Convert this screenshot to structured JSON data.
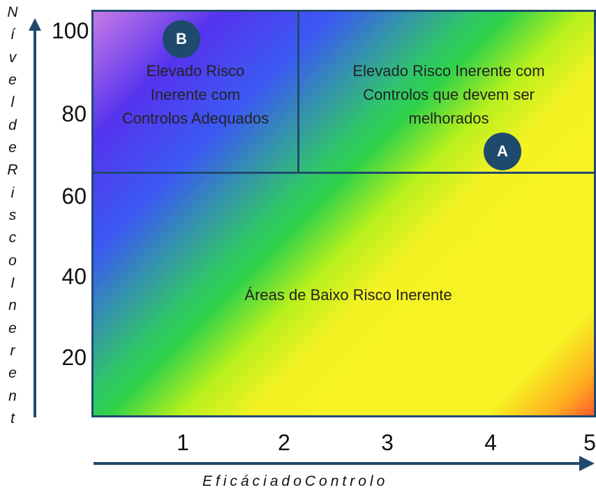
{
  "y_axis": {
    "letters": [
      "N",
      "í",
      "v",
      "e",
      "l",
      "d",
      "e",
      "R",
      "i",
      "s",
      "c",
      "o",
      "I",
      "n",
      "e",
      "r",
      "e",
      "n",
      "t"
    ],
    "ticks": [
      "100",
      "80",
      "60",
      "40",
      "20"
    ]
  },
  "x_axis": {
    "title": "EficáciadoControlo",
    "ticks": [
      "1",
      "2",
      "3",
      "4",
      "5"
    ]
  },
  "regions": {
    "top_left": "Elevado Risco\nInerente com\nControlos Adequados",
    "top_right": "Elevado Risco Inerente com\nControlos que devem ser\nmelhorados",
    "bottom": "Áreas de Baixo Risco Inerente"
  },
  "badges": {
    "a": "A",
    "b": "B"
  },
  "colors": {
    "frame": "#1f4a6e",
    "badge_bg": "#1f4a6e"
  }
}
